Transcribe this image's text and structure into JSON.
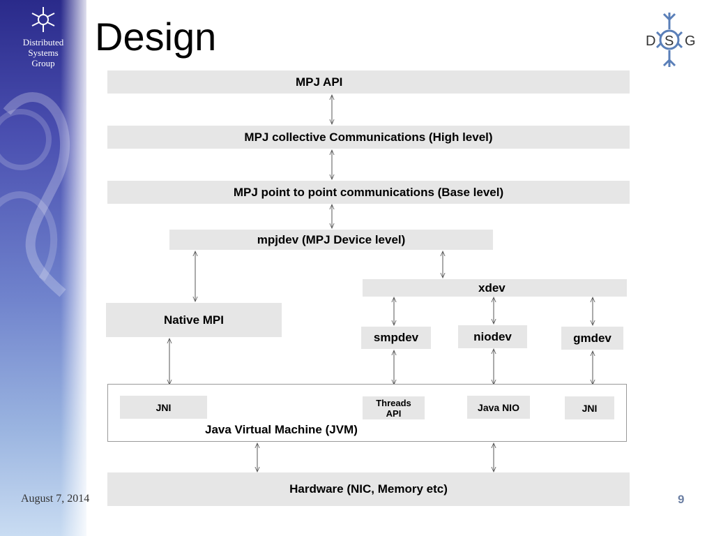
{
  "slide": {
    "title": "Design",
    "date": "August 7, 2014",
    "page_number": "9"
  },
  "branding": {
    "sidebar_text": [
      "Distributed",
      "Systems",
      "Group"
    ],
    "logo_letters": [
      "D",
      "S",
      "G"
    ]
  },
  "diagram": {
    "mpj_api": "MPJ API",
    "collective": "MPJ collective Communications (High level)",
    "p2p": "MPJ point to point communications (Base level)",
    "mpjdev": "mpjdev (MPJ Device level)",
    "xdev": "xdev",
    "native_mpi": "Native MPI",
    "smpdev": "smpdev",
    "niodev": "niodev",
    "gmdev": "gmdev",
    "jni_left": "JNI",
    "threads_api_line1": "Threads",
    "threads_api_line2": "API",
    "java_nio": "Java NIO",
    "jni_right": "JNI",
    "jvm": "Java Virtual Machine (JVM)",
    "hardware": "Hardware  (NIC, Memory etc)"
  },
  "colors": {
    "box_fill": "#e6e6e6",
    "sidebar_top": "#2a2a8a",
    "page_number": "#6c7fa3",
    "logo": "#5a7fb8"
  }
}
